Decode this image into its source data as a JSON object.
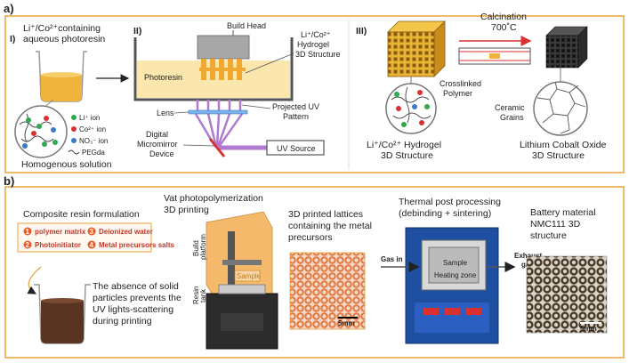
{
  "panel_a": {
    "label": "a)",
    "sub_i": "I)",
    "sub_ii": "II)",
    "sub_iii": "III)",
    "resin_title_1": "Li⁺/Co²⁺containing",
    "resin_title_2": "aqueous photoresin",
    "legend": [
      "Li⁺ ion",
      "Co²⁺ ion",
      "NO₃⁻ ion",
      "PEGda"
    ],
    "homogenous": "Homogenous solution",
    "build_head": "Build Head",
    "hydrogel_label": [
      "Li⁺/Co²⁺",
      "Hydrogel",
      "3D Structure"
    ],
    "photoresin": "Photoresin",
    "lens": "Lens",
    "projected_uv": [
      "Projected UV",
      "Pattern"
    ],
    "dmd": [
      "Digital",
      "Micromirror",
      "Device"
    ],
    "uv_source": "UV Source",
    "calcination": "Calcination",
    "temperature": "700˚C",
    "crosslinked": [
      "Crosslinked",
      "Polymer"
    ],
    "ceramic": [
      "Ceramic",
      "Grains"
    ],
    "hydrogel_3d": [
      "Li⁺/Co²⁺ Hydrogel",
      "3D Structure"
    ],
    "lco_3d": [
      "Lithium Cobalt Oxide",
      "3D Structure"
    ]
  },
  "panel_b": {
    "label": "b)",
    "composite_title": "Composite resin formulation",
    "items": [
      {
        "num": "1",
        "text": "polymer matrix"
      },
      {
        "num": "3",
        "text": "Deionized water"
      },
      {
        "num": "2",
        "text": "Photoinitiator"
      },
      {
        "num": "4",
        "text": "Metal precursors salts"
      }
    ],
    "absence": [
      "The absence of solid",
      "particles prevents the",
      "UV lights-scattering",
      "during printing"
    ],
    "vat_title": [
      "Vat photopolymerization",
      "3D printing"
    ],
    "build_platform": [
      "Build",
      "platform"
    ],
    "resin_tank": [
      "Resin",
      "tank"
    ],
    "sample": "Sample",
    "printed_lattices": [
      "3D printed lattices",
      "containing the metal",
      "precursors"
    ],
    "scale_1": "5mm",
    "thermal_title": [
      "Thermal post processing",
      "(debinding + sintering)"
    ],
    "gas_in": "Gas in",
    "exhaust": [
      "Exhaust",
      "gas"
    ],
    "heating_zone": "Heating zone",
    "battery_title": [
      "Battery material",
      "NMC111 3D",
      "structure"
    ],
    "scale_2": "5mm"
  },
  "colors": {
    "border": "#e8a33a",
    "li_ion": "#2fa84f",
    "co_ion": "#d93030",
    "no3_ion": "#3a7ac8",
    "resin": "#f0b43c",
    "uv": "#b07ad0",
    "lattice_gold": "#e0a82a",
    "lattice_orange": "#e88a55",
    "item_badge": "#e85a2a"
  }
}
